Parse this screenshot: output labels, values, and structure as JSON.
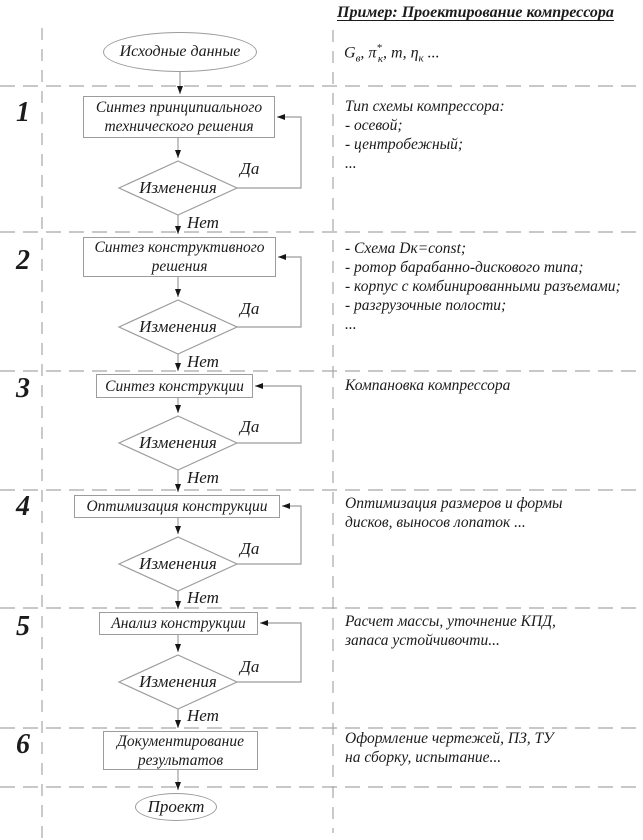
{
  "header": {
    "example_title": "Пример: Проектирование компрессора"
  },
  "params": {
    "g": "G",
    "g_sub": "в",
    "comma1": ", ",
    "pi": "π",
    "pi_sup": "*",
    "pi_sub": "к",
    "comma2": ", ",
    "m": "m",
    "comma3": ", ",
    "eta": "η",
    "eta_sub": "к",
    "ellipsis": " ..."
  },
  "flow": {
    "start": "Исходные данные",
    "end": "Проект"
  },
  "labels": {
    "decision": "Изменения",
    "yes": "Да",
    "no": "Нет"
  },
  "stages": [
    {
      "number": "1",
      "box": [
        "Синтез принципиального",
        "технического решения"
      ],
      "notes": [
        "Тип схемы компрессора:",
        "- осевой;",
        "- центробежный;",
        "..."
      ]
    },
    {
      "number": "2",
      "box": [
        "Синтез конструктивного",
        "решения"
      ],
      "notes": [
        "- Схема Dк=const;",
        "- ротор барабанно-дискового типа;",
        "- корпус с комбинированными разъемами;",
        "- разгрузочные полости;",
        "..."
      ]
    },
    {
      "number": "3",
      "box": [
        "Синтез конструкции"
      ],
      "notes": [
        "Компановка компрессора"
      ]
    },
    {
      "number": "4",
      "box": [
        "Оптимизация конструкции"
      ],
      "notes": [
        "Оптимизация размеров и формы",
        "дисков, выносов лопаток ..."
      ]
    },
    {
      "number": "5",
      "box": [
        "Анализ конструкции"
      ],
      "notes": [
        "Расчет массы, уточнение КПД,",
        "запаса устойчивочти..."
      ]
    },
    {
      "number": "6",
      "box": [
        "Документирование",
        "результатов"
      ],
      "notes": [
        "Оформление чертежей, ПЗ, ТУ",
        "на сборку, испытание..."
      ]
    }
  ],
  "colors": {
    "line": "#9c9c9c",
    "text": "#1b1b1b",
    "arrow": "#161616",
    "background": "#ffffff"
  }
}
